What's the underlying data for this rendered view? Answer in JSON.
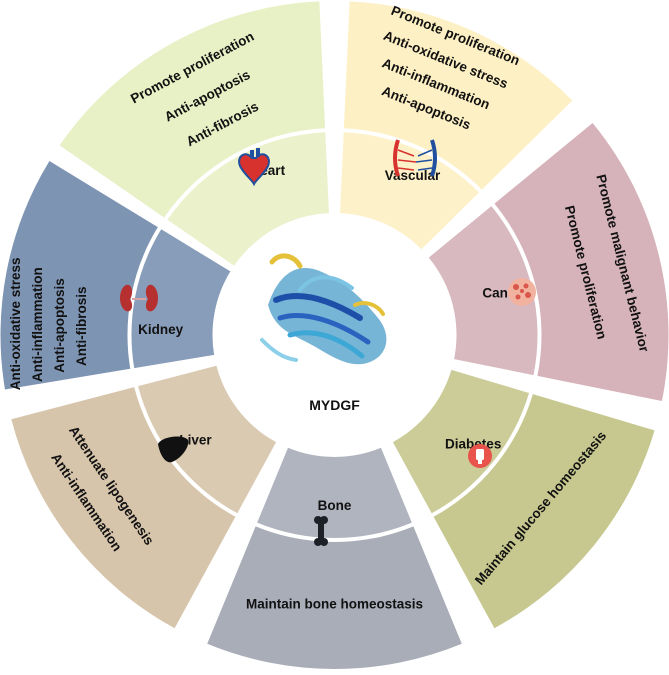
{
  "center": {
    "label": "MYDGF"
  },
  "organs": {
    "heart": {
      "label": "Heart",
      "icon": "heart-icon",
      "color": "#e8f0c6",
      "effects": [
        "Promote proliferation",
        "Anti-apoptosis",
        "Anti-fibrosis"
      ]
    },
    "vascular": {
      "label": "Vascular",
      "icon": "blood-vessel-icon",
      "color": "#fdf0c4",
      "effects": [
        "Promote proliferation",
        "Anti-oxidative stress",
        "Anti-inflammation",
        "Anti-apoptosis"
      ]
    },
    "cancer": {
      "label": "Cancer",
      "icon": "tumor-cell-icon",
      "color": "#d6b3bb",
      "effects": [
        "Promote malignant behavior",
        "Promote proliferation"
      ]
    },
    "diabetes": {
      "label": "Diabetes",
      "icon": "glucose-meter-icon",
      "color": "#c7c88f",
      "effects": [
        "Maintain glucose homeostasis"
      ]
    },
    "bone": {
      "label": "Bone",
      "icon": "bone-icon",
      "color": "#a9adb8",
      "effects": [
        "Maintain bone homeostasis"
      ]
    },
    "liver": {
      "label": "Liver",
      "icon": "liver-icon",
      "color": "#d7c5ab",
      "effects": [
        "Anti-inflammation",
        "Attenuate lipogenesis"
      ]
    },
    "kidney": {
      "label": "Kidney",
      "icon": "kidney-icon",
      "color": "#7e94b3",
      "effects": [
        "Anti-oxidative stress",
        "Anti-inflammation",
        "Anti-apoptosis",
        "Anti-fibrosis"
      ]
    }
  }
}
